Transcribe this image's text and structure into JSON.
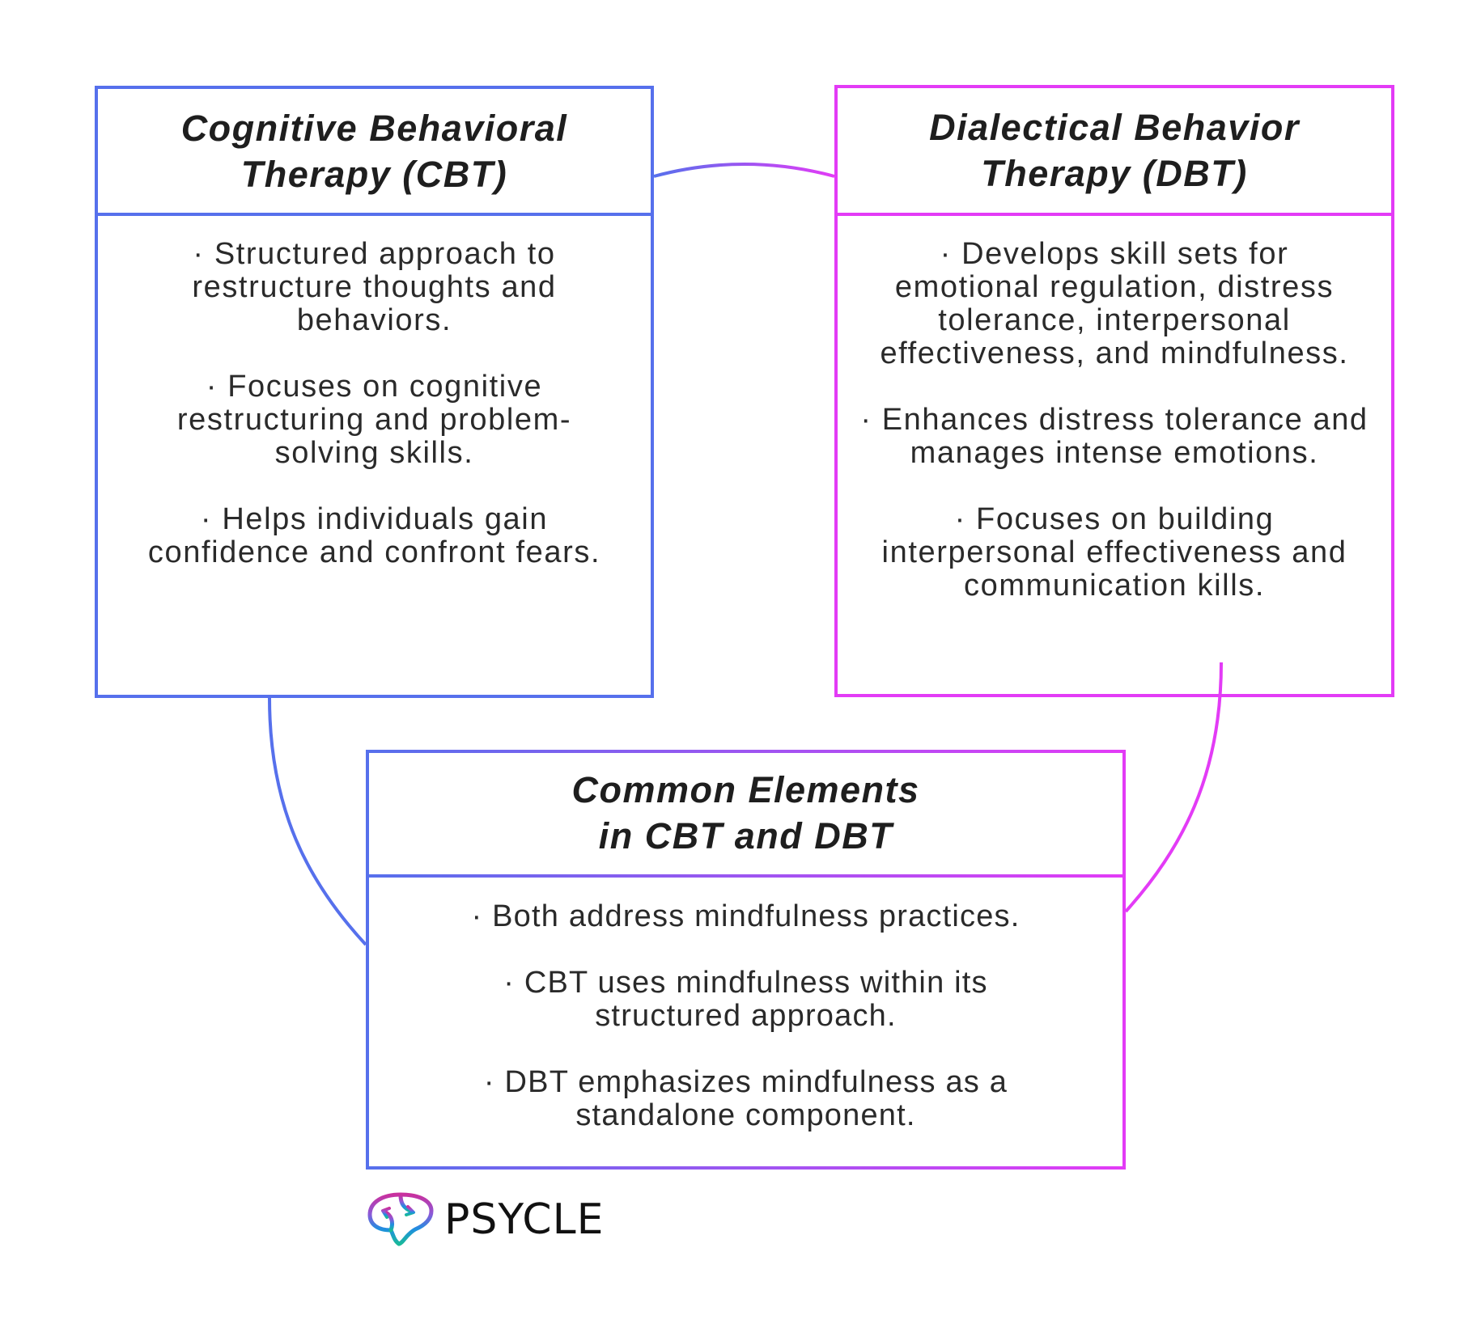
{
  "colors": {
    "cbt_accent": "#5670ec",
    "dbt_accent": "#e33bf6",
    "text": "#1e1e1e",
    "logo_gradient": [
      "#c9309e",
      "#8a5ad8",
      "#1f8fe0",
      "#19b99a"
    ]
  },
  "cbt": {
    "title_line1": "Cognitive Behavioral",
    "title_line2": "Therapy (CBT)",
    "bullets": [
      "· Structured approach to restructure thoughts and behaviors.",
      "· Focuses on cognitive restructuring and problem-solving skills.",
      "· Helps individuals gain confidence and confront fears."
    ]
  },
  "dbt": {
    "title_line1": "Dialectical Behavior",
    "title_line2": "Therapy (DBT)",
    "bullets": [
      "· Develops skill sets for emotional regulation, distress tolerance, interpersonal effectiveness, and mindfulness.",
      "· Enhances distress tolerance and manages intense emotions.",
      "· Focuses on building interpersonal effectiveness and communication kills."
    ]
  },
  "common": {
    "title_line1": "Common Elements",
    "title_line2": "in CBT and DBT",
    "bullets": [
      "· Both address mindfulness practices.",
      "· CBT uses mindfulness within its structured approach.",
      "· DBT emphasizes mindfulness as a standalone component."
    ]
  },
  "logo": {
    "icon": "brain-cycle-icon",
    "wordmark": "PSYCLE"
  }
}
